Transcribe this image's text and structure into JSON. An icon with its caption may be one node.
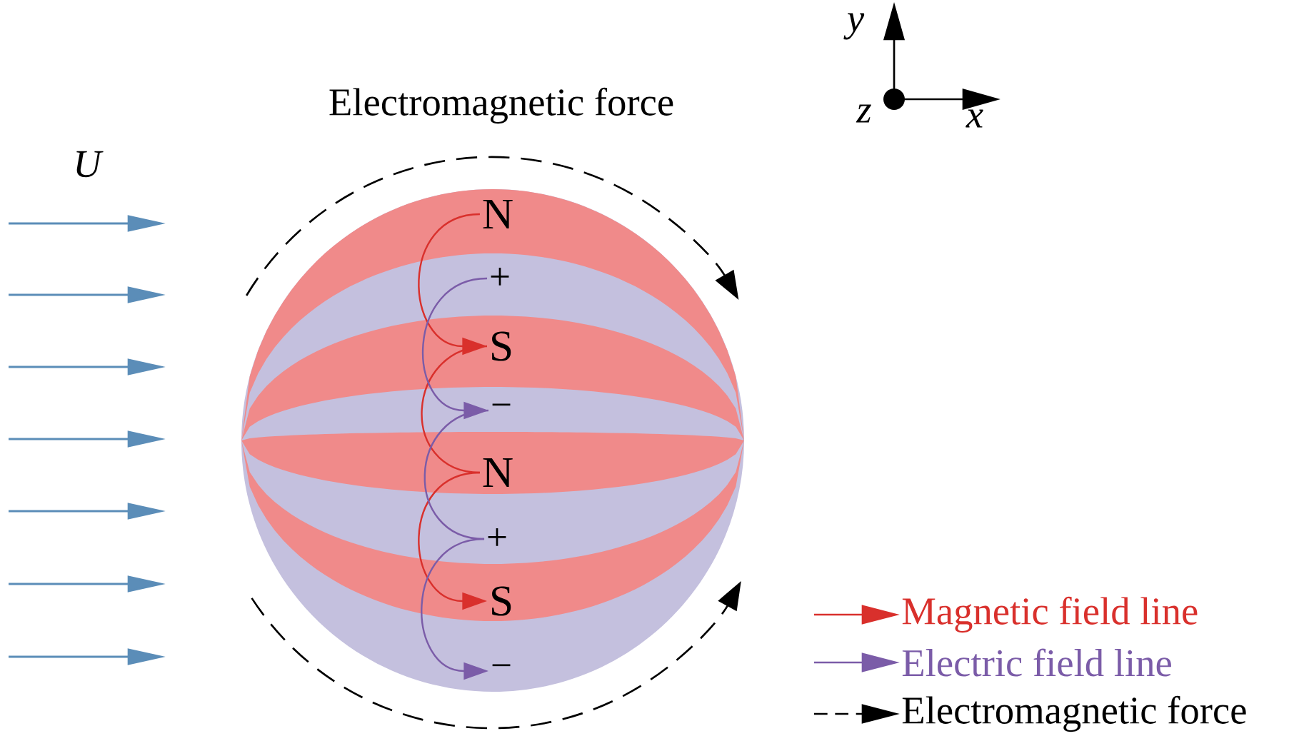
{
  "diagram": {
    "title": "Electromagnetic force",
    "nodes": [
      {
        "text": [
          "N"
        ]
      },
      {
        "text": [
          "+"
        ]
      },
      {
        "text": [
          "S"
        ]
      },
      {
        "text": [
          "−"
        ]
      },
      {
        "text": [
          "N"
        ]
      },
      {
        "text": [
          "+"
        ]
      },
      {
        "text": [
          "S"
        ]
      },
      {
        "text": [
          "−"
        ]
      }
    ],
    "edges": [
      {
        "from": 0,
        "to": 2,
        "arrow": "to",
        "color": "#d9302c"
      },
      {
        "from": 2,
        "to": 4,
        "arrow": "none",
        "color": "#d9302c"
      },
      {
        "from": 4,
        "to": 6,
        "arrow": "to",
        "color": "#d9302c"
      },
      {
        "from": 1,
        "to": 3,
        "arrow": "to",
        "color": "#7b5ca8"
      },
      {
        "from": 3,
        "to": 5,
        "arrow": "none",
        "color": "#7b5ca8"
      },
      {
        "from": 5,
        "to": 7,
        "arrow": "to",
        "color": "#7b5ca8"
      }
    ],
    "labels": [
      "y",
      "z",
      "x",
      "U"
    ],
    "legend": [
      {
        "text": "Magnetic field line"
      },
      {
        "text": "Electric field line"
      },
      {
        "text": "Electromagnetic force"
      }
    ]
  }
}
